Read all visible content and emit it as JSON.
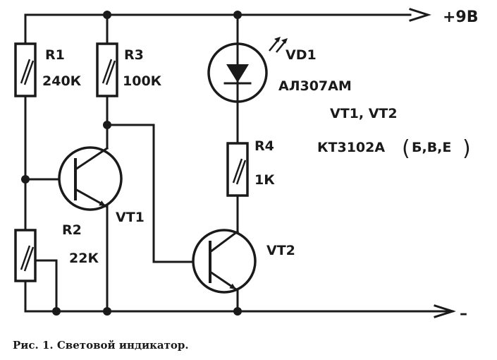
{
  "supply": {
    "positive": "+9В",
    "negative": "–"
  },
  "components": {
    "r1": {
      "ref": "R1",
      "value": "240К"
    },
    "r2": {
      "ref": "R2",
      "value": "22К"
    },
    "r3": {
      "ref": "R3",
      "value": "100К"
    },
    "r4": {
      "ref": "R4",
      "value": "1К"
    },
    "vd1": {
      "ref": "VD1",
      "value": "АЛ307АМ"
    },
    "vt1": {
      "ref": "VT1"
    },
    "vt2": {
      "ref": "VT2"
    }
  },
  "transistor_note": {
    "refs": "VT1, VT2",
    "type": "КТ3102А",
    "paren_open": "(",
    "variants": "Б,В,Е",
    "paren_close": ")"
  },
  "caption": "Рис. 1. Световой индикатор."
}
